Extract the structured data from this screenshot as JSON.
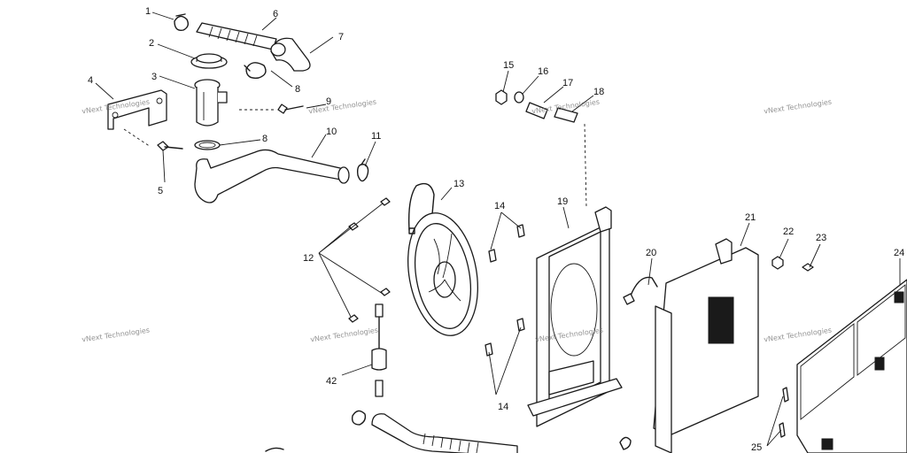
{
  "diagram": {
    "callouts": [
      "1",
      "2",
      "3",
      "4",
      "5",
      "6",
      "7",
      "8",
      "8",
      "9",
      "10",
      "11",
      "12",
      "13",
      "14",
      "14",
      "15",
      "16",
      "17",
      "18",
      "19",
      "20",
      "21",
      "22",
      "23",
      "24",
      "25",
      "42"
    ],
    "watermark": "vNext Technologies"
  }
}
